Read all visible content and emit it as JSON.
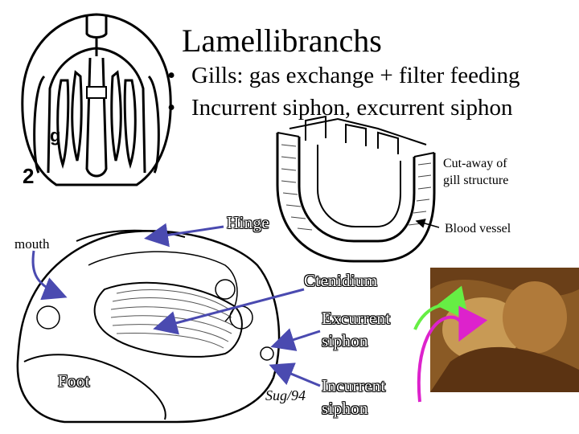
{
  "slide": {
    "title": "Lamellibranchs",
    "bullets": [
      "Gills: gas exchange + filter feeding",
      "Incurrent siphon, excurrent siphon"
    ]
  },
  "figure_labels": {
    "fig_number": "2",
    "fig_letter": "g",
    "cutaway_line1": "Cut-away of",
    "cutaway_line2": "gill structure",
    "blood_vessel": "Blood vessel",
    "hinge": "Hinge",
    "mouth": "mouth",
    "ctenidium": "Ctenidium",
    "excurrent_line1": "Excurrent",
    "excurrent_line2": "siphon",
    "foot": "Foot",
    "incurrent_line1": "Incurrent",
    "incurrent_line2": "siphon",
    "signature": "Sug/94"
  },
  "colors": {
    "arrow_blue": "#4a4ab0",
    "arrow_green": "#66ee44",
    "arrow_magenta": "#dd22cc",
    "photo_brown": "#8a5a25"
  }
}
